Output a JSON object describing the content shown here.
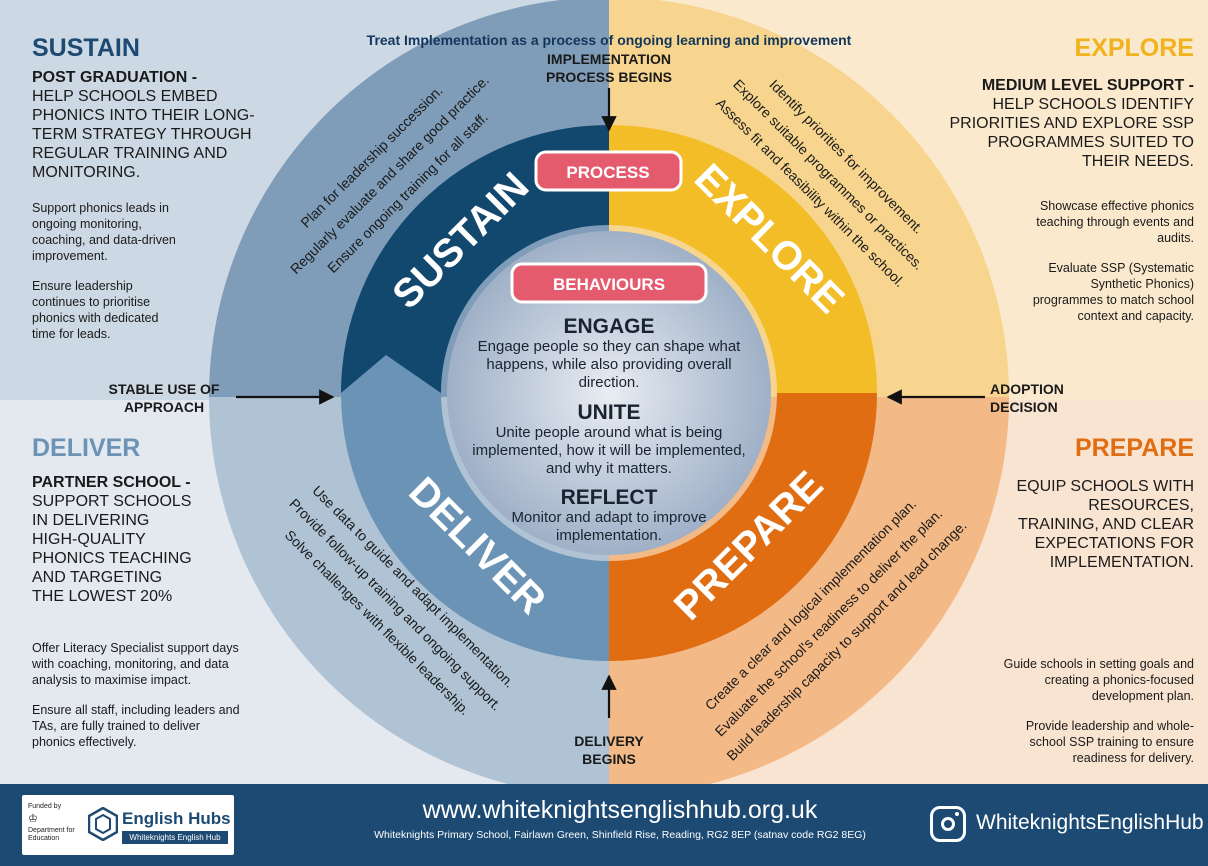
{
  "top_banner": "Treat Implementation as a process of ongoing learning and improvement",
  "colors": {
    "sustain": "#12486e",
    "explore": "#f3bd27",
    "prepare": "#e06d11",
    "deliver": "#6b93b5",
    "pill": "#e45b6d",
    "footer": "#1d4a72"
  },
  "quadrants": {
    "sustain": {
      "title": "SUSTAIN",
      "heading_bold": "POST GRADUATION -",
      "heading_rest": "HELP SCHOOLS EMBED PHONICS INTO THEIR LONG-TERM STRATEGY THROUGH REGULAR TRAINING AND MONITORING.",
      "bullets": [
        "Support phonics leads in ongoing monitoring, coaching, and data-driven improvement.",
        "Ensure leadership continues to prioritise phonics with dedicated time for leads."
      ]
    },
    "explore": {
      "title": "EXPLORE",
      "heading_bold": "MEDIUM LEVEL SUPPORT -",
      "heading_rest": "HELP SCHOOLS IDENTIFY PRIORITIES AND EXPLORE SSP PROGRAMMES SUITED TO THEIR NEEDS.",
      "bullets": [
        "Showcase effective phonics teaching through events and audits.",
        "Evaluate SSP (Systematic Synthetic Phonics) programmes to match school context and capacity."
      ]
    },
    "deliver": {
      "title": "DELIVER",
      "heading_bold": "PARTNER SCHOOL -",
      "heading_rest": "SUPPORT SCHOOLS IN DELIVERING HIGH-QUALITY PHONICS TEACHING AND TARGETING THE LOWEST 20%",
      "bullets": [
        "Offer Literacy Specialist support days with coaching, monitoring, and data analysis to maximise impact.",
        "Ensure all staff, including leaders and TAs, are fully trained to deliver phonics effectively."
      ]
    },
    "prepare": {
      "title": "PREPARE",
      "heading_bold": "",
      "heading_rest": "EQUIP SCHOOLS WITH RESOURCES, TRAINING, AND CLEAR EXPECTATIONS FOR IMPLEMENTATION.",
      "bullets": [
        "Guide schools in setting goals and creating a phonics-focused development plan.",
        "Provide leadership and whole-school SSP training to ensure readiness for delivery."
      ]
    }
  },
  "arrows": {
    "top": "IMPLEMENTATION PROCESS BEGINS",
    "right": "ADOPTION DECISION",
    "bottom": "DELIVERY BEGINS",
    "left": "STABLE USE OF APPROACH"
  },
  "ring_labels": {
    "sustain": "SUSTAIN",
    "explore": "EXPLORE",
    "prepare": "PREPARE",
    "deliver": "DELIVER"
  },
  "curved_notes": {
    "sustain": [
      "Plan for leadership succession.",
      "Regularly evaluate and share good practice.",
      "Ensure ongoing training for all staff."
    ],
    "explore": [
      "Identify priorities for improvement.",
      "Explore suitable programmes or practices.",
      "Assess fit and feasibility within the school."
    ],
    "prepare": [
      "Create a clear and logical implementation plan.",
      "Evaluate the school's readiness to deliver the plan.",
      "Build leadership capacity to support and lead change."
    ],
    "deliver": [
      "Use data to guide and adapt implementation.",
      "Provide follow-up training and ongoing support.",
      "Solve challenges with flexible leadership."
    ]
  },
  "center": {
    "process_pill": "PROCESS",
    "behaviours_pill": "BEHAVIOURS",
    "engage_title": "ENGAGE",
    "engage_text": "Engage people so they can shape what happens, while also providing overall direction.",
    "unite_title": "UNITE",
    "unite_text": "Unite people around what is being implemented, how it will be implemented, and why it matters.",
    "reflect_title": "REFLECT",
    "reflect_text": "Monitor and adapt to improve implementation."
  },
  "footer": {
    "funded_by": "Funded by",
    "dfe": "Department for Education",
    "hub_name": "English Hubs",
    "hub_sub": "Whiteknights English Hub",
    "website": "www.whiteknightsenglishhub.org.uk",
    "address": "Whiteknights Primary School, Fairlawn Green, Shinfield Rise, Reading, RG2 8EP (satnav code RG2 8EG)",
    "social_handle": "WhiteknightsEnglishHub"
  }
}
